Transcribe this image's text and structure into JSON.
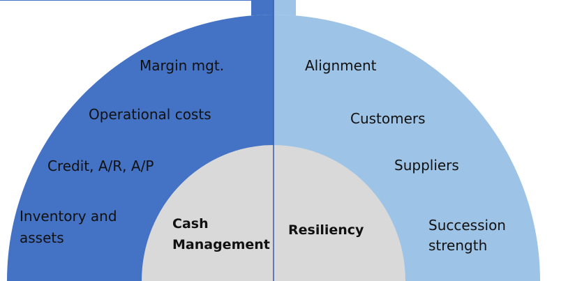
{
  "colors": {
    "left_half": "#4472C4",
    "right_half": "#9DC3E6",
    "inner_core": "#D9D9D9",
    "divider": "#3A5BA8",
    "text": "#111111"
  },
  "left_half": {
    "items": [
      "Margin mgt.",
      "Operational costs",
      "Credit, A/R, A/P",
      "Inventory and",
      "assets"
    ]
  },
  "right_half": {
    "items": [
      "Alignment",
      "Customers",
      "Suppliers",
      "Succession",
      "strength"
    ]
  },
  "core": {
    "left_line1": "Cash",
    "left_line2": "Management",
    "right_label": "Resiliency"
  }
}
